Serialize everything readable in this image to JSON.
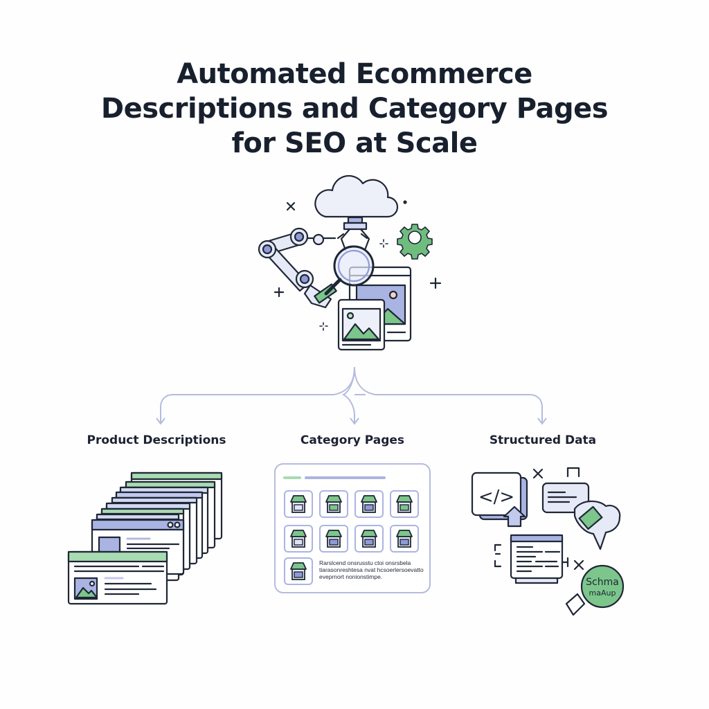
{
  "title": {
    "line1": "Automated Ecommerce",
    "line2": "Descriptions and Category Pages",
    "line3": "for SEO at Scale"
  },
  "branches": [
    {
      "label": "Product Descriptions"
    },
    {
      "label": "Category Pages"
    },
    {
      "label": "Structured Data"
    }
  ],
  "category_card": {
    "text_lines": [
      "Rarslcend onsrusstu ctoi onsrsbela",
      "tiarasonreshtesa nvat hcsoerlersoevatto",
      "eveprnort nonionstimpe."
    ]
  },
  "structured_data": {
    "code_glyph": "</>",
    "badge_line1": "Schma",
    "badge_line2": "maAup"
  },
  "colors": {
    "ink": "#1f2635",
    "blue": "#8e9bd8",
    "blue_light": "#d3d9f2",
    "green": "#7cc68b",
    "green_light": "#bfe6c6",
    "connector": "#b4bbdd"
  }
}
